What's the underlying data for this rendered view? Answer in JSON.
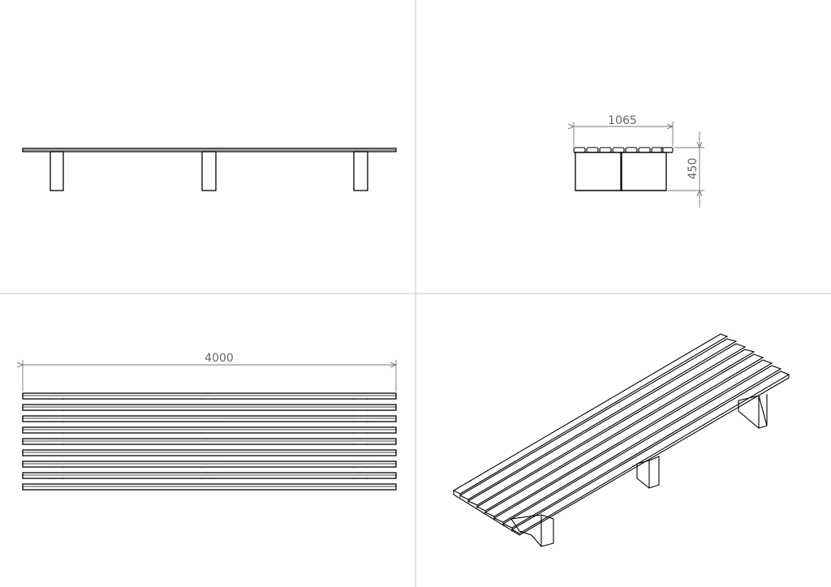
{
  "drawing": {
    "views": [
      {
        "id": "front",
        "label": ""
      },
      {
        "id": "side",
        "label": ""
      },
      {
        "id": "top",
        "label": ""
      },
      {
        "id": "iso",
        "label": ""
      }
    ],
    "dimensions": {
      "length": "4000",
      "width": "1065",
      "height": "450"
    },
    "colors": {
      "line": "#000000",
      "dimension": "#7a7a7a",
      "divider": "#c8c8c8"
    }
  }
}
